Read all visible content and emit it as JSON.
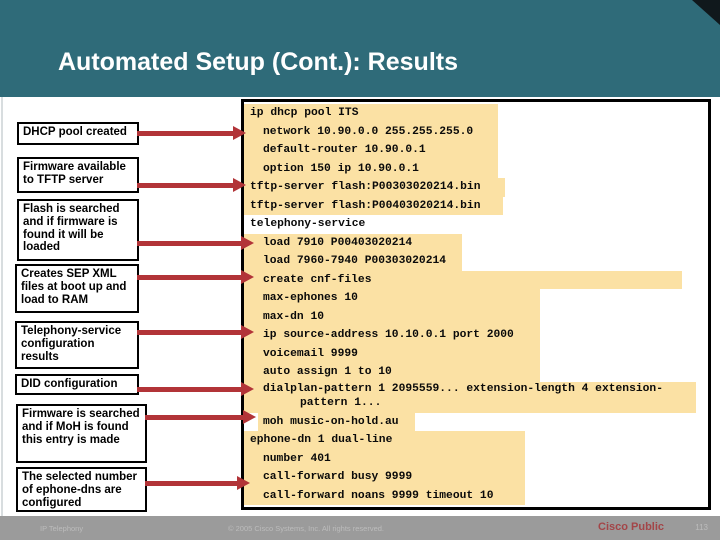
{
  "colors": {
    "header_bg": "#2F6B79",
    "corner": "#10181c",
    "code_highlight": "#FBE1A4",
    "arrow_red": "#B23438",
    "footer_bg": "#9B9B9B",
    "footer_text": "#BCBCBC",
    "classification_red": "#A34548"
  },
  "header": {
    "title": "Automated Setup (Cont.): Results"
  },
  "callouts": [
    "DHCP pool created",
    "Firmware available to TFTP server",
    "Flash is searched and if firmware is found it will be loaded",
    "Creates SEP XML files at boot up and load to RAM",
    "Telephony-service configuration results",
    "DID configuration",
    "Firmware is searched and if MoH is found this entry is made",
    "The selected number  of ephone-dns are configured"
  ],
  "code": {
    "lines": [
      {
        "text": "ip dhcp pool ITS",
        "indent": 0,
        "highlighted": true
      },
      {
        "text": "network 10.90.0.0 255.255.255.0",
        "indent": 1,
        "highlighted": true
      },
      {
        "text": "default-router 10.90.0.1",
        "indent": 1,
        "highlighted": true
      },
      {
        "text": "option 150 ip 10.90.0.1",
        "indent": 1,
        "highlighted": true
      },
      {
        "text": "tftp-server flash:P00303020214.bin",
        "indent": 0,
        "highlighted": true
      },
      {
        "text": "tftp-server flash:P00403020214.bin",
        "indent": 0,
        "highlighted": true
      },
      {
        "text": "telephony-service",
        "indent": 0,
        "highlighted": false
      },
      {
        "text": "load 7910 P00403020214",
        "indent": 1,
        "highlighted": true
      },
      {
        "text": "load 7960-7940 P00303020214",
        "indent": 1,
        "highlighted": true
      },
      {
        "text": "create cnf-files",
        "indent": 1,
        "highlighted": true
      },
      {
        "text": "max-ephones 10",
        "indent": 1,
        "highlighted": true
      },
      {
        "text": "max-dn 10",
        "indent": 1,
        "highlighted": true
      },
      {
        "text": "ip source-address 10.10.0.1 port 2000",
        "indent": 1,
        "highlighted": true
      },
      {
        "text": "voicemail 9999",
        "indent": 1,
        "highlighted": true
      },
      {
        "text": "auto assign 1 to 10",
        "indent": 1,
        "highlighted": true
      },
      {
        "text": "dialplan-pattern 1 2095559... extension-length 4 extension-",
        "text2": "pattern 1...",
        "indent": 1,
        "highlighted": true
      },
      {
        "text": "moh music-on-hold.au",
        "indent": 1,
        "highlighted": true
      },
      {
        "text": "ephone-dn 1 dual-line",
        "indent": 0,
        "highlighted": true
      },
      {
        "text": "number 401",
        "indent": 1,
        "highlighted": true
      },
      {
        "text": "call-forward busy 9999",
        "indent": 1,
        "highlighted": true
      },
      {
        "text": "call-forward noans 9999 timeout 10",
        "indent": 1,
        "highlighted": true
      }
    ]
  },
  "footer": {
    "product": "IP Telephony",
    "copyright": "© 2005 Cisco Systems, Inc. All rights reserved.",
    "classification": "Cisco Public",
    "page_number": "113"
  }
}
